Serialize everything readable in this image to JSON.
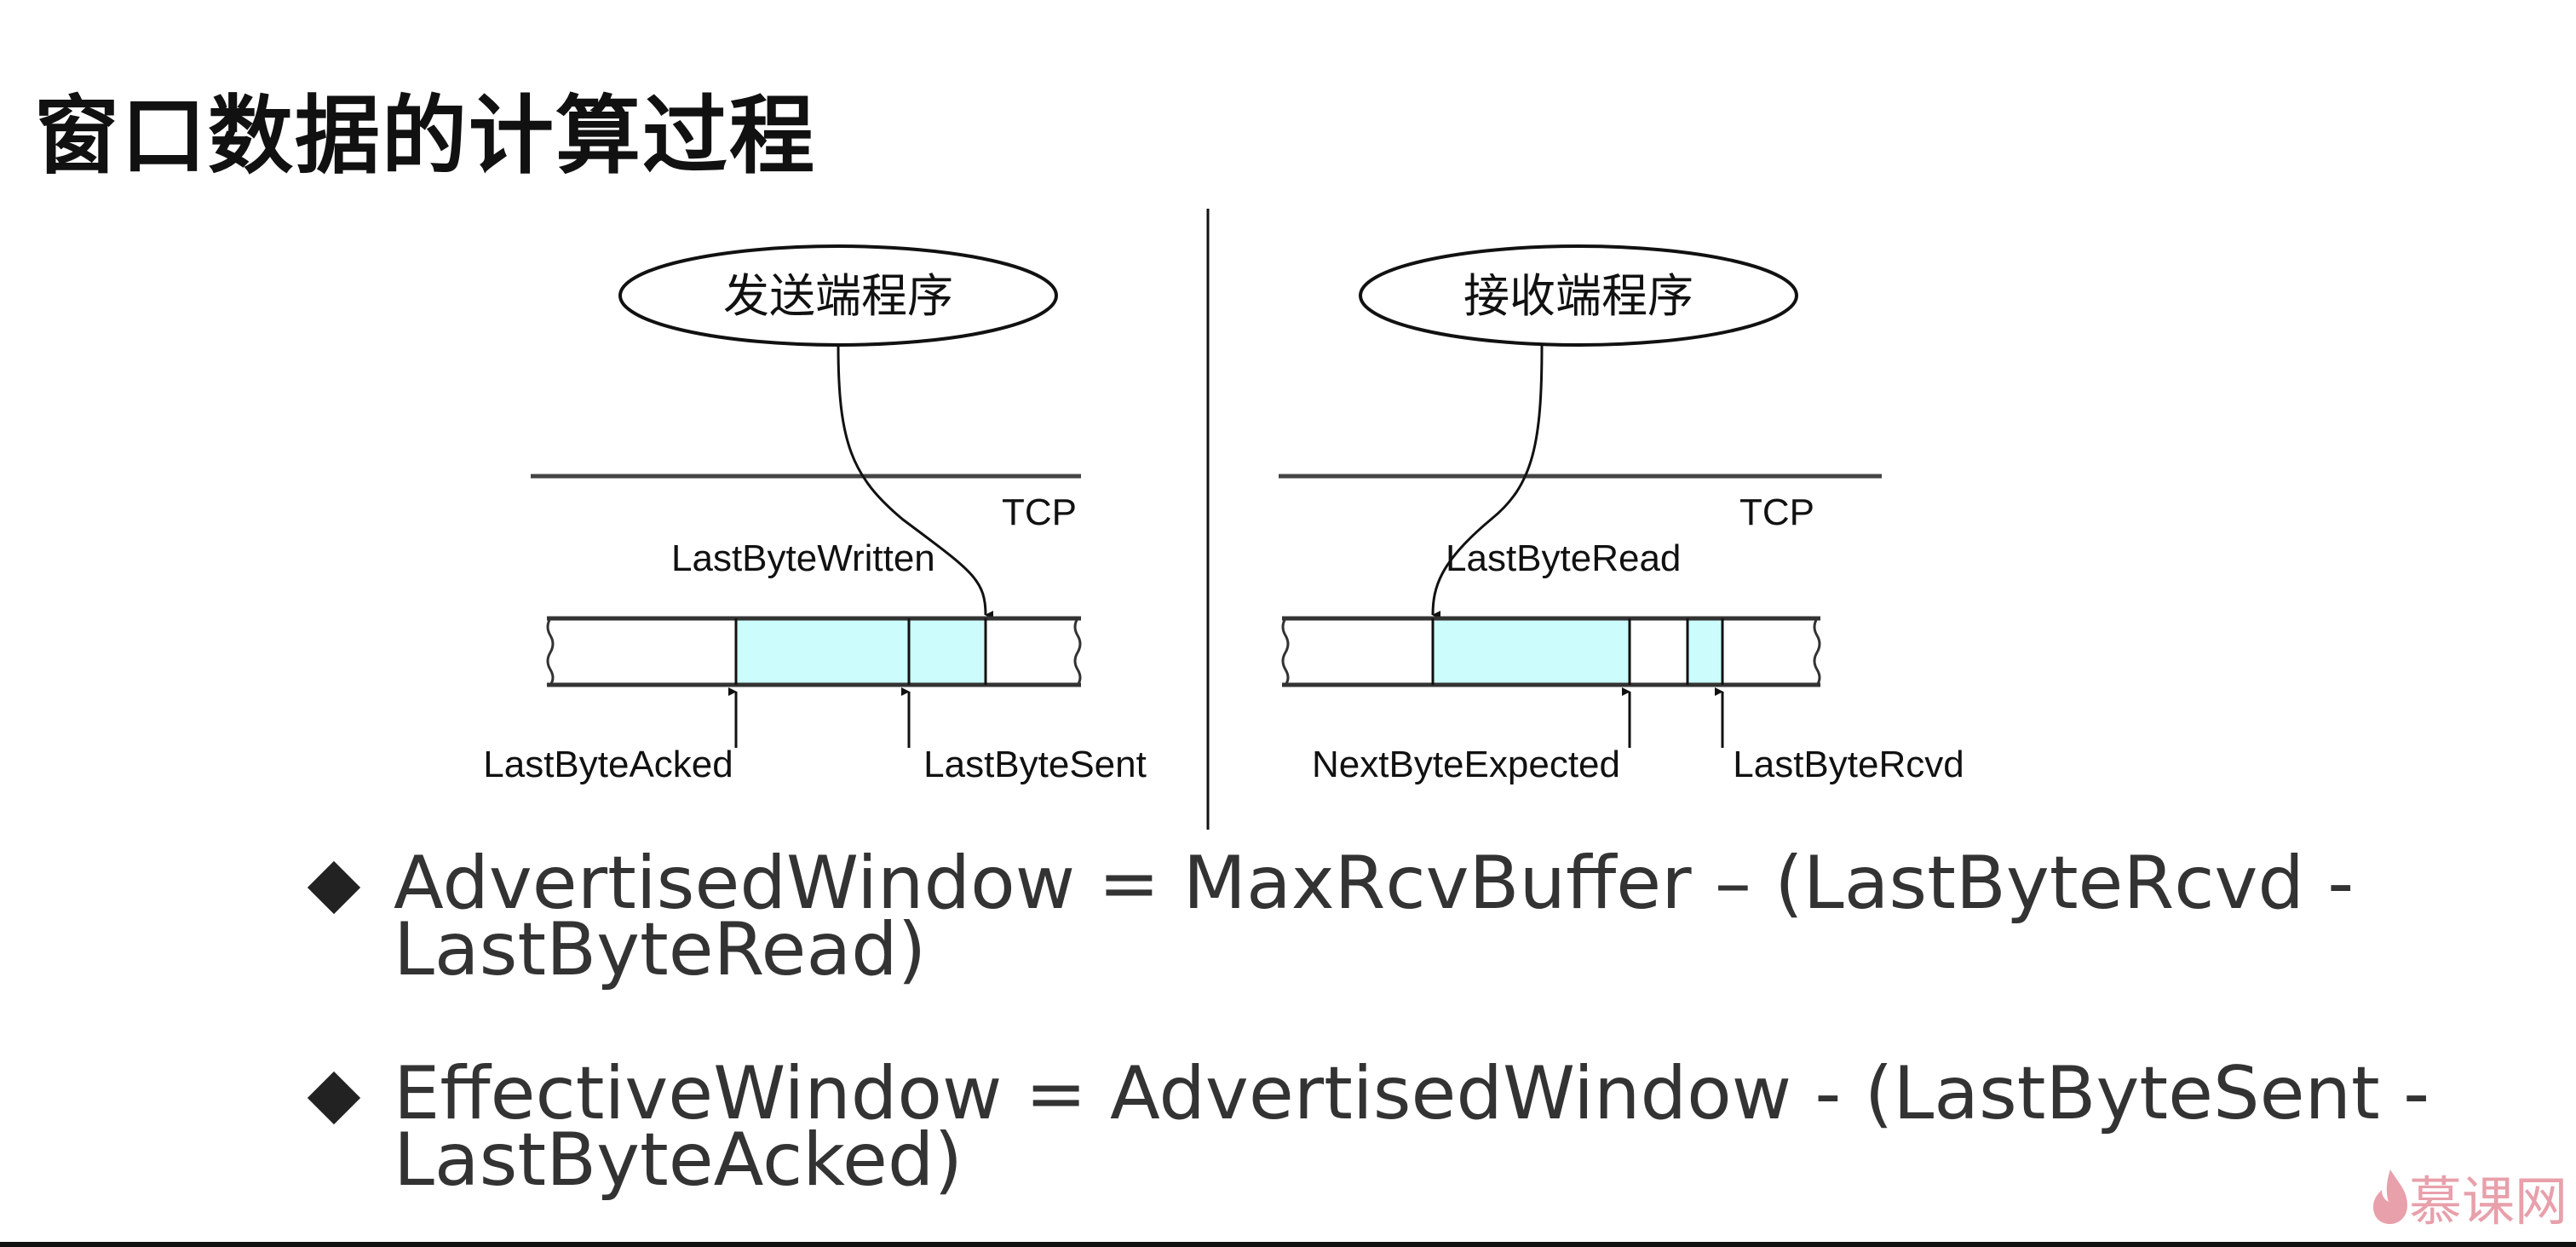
{
  "slide": {
    "title": "窗口数据的计算过程",
    "sender": {
      "process_label": "发送端程序",
      "layer_label": "TCP",
      "top_pointer": "LastByteWritten",
      "bottom_pointers": [
        "LastByteAcked",
        "LastByteSent"
      ]
    },
    "receiver": {
      "process_label": "接收端程序",
      "layer_label": "TCP",
      "top_pointer": "LastByteRead",
      "bottom_pointers": [
        "NextByteExpected",
        "LastByteRcvd"
      ]
    },
    "buffer_fill_color": "#ccfcfc",
    "bullets": [
      {
        "lines": [
          "AdvertisedWindow = MaxRcvBuffer – (LastByteRcvd -",
          "LastByteRead)"
        ]
      },
      {
        "lines": [
          "EffectiveWindow = AdvertisedWindow - (LastByteSent -",
          "LastByteAcked)"
        ]
      }
    ],
    "watermark": {
      "icon": "flame-icon",
      "text": "慕课网",
      "color": "#e8a0ab"
    }
  }
}
